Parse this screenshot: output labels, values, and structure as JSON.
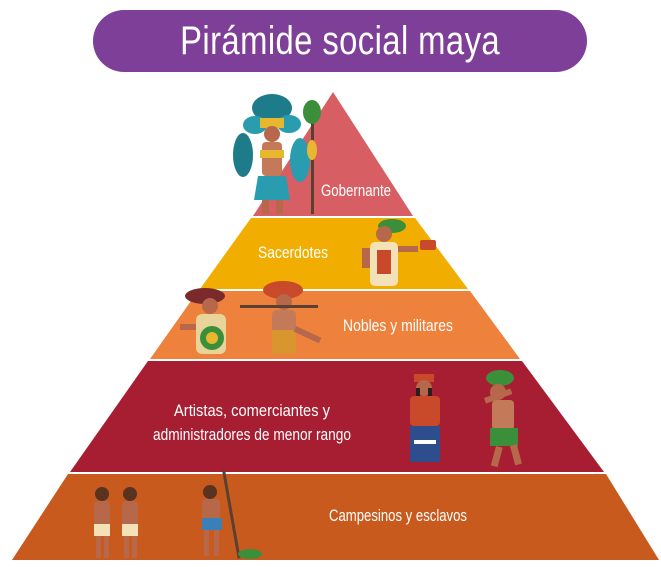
{
  "title": "Pirámide social maya",
  "colors": {
    "title_bg": "#7E3F98",
    "tier_1": "#D75E63",
    "tier_2": "#F2AE00",
    "tier_3": "#EE813C",
    "tier_4": "#A71D31",
    "tier_5": "#C95A1E",
    "separator": "#ffffff"
  },
  "tiers": [
    {
      "label": "Gobernante",
      "figure": "ruler-figure"
    },
    {
      "label": "Sacerdotes",
      "figure": "priest-figure"
    },
    {
      "label": "Nobles y militares",
      "figure": "nobles-warriors-figure"
    },
    {
      "label_line_1": "Artistas, comerciantes y",
      "label_line_2": "administradores de menor rango",
      "figure": "artisans-merchants-figure"
    },
    {
      "label": "Campesinos y esclavos",
      "figure": "peasants-slaves-figure"
    }
  ]
}
